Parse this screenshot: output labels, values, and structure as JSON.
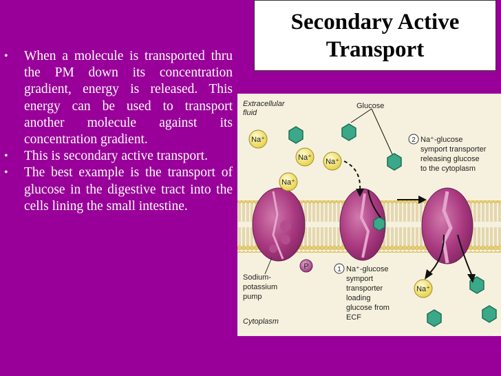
{
  "slide": {
    "title_line1": "Secondary Active",
    "title_line2": "Transport",
    "bullets": [
      "When a molecule is transported thru the PM down its concentration gradient, energy is released.   This energy can be used to transport another molecule against its concentration gradient.",
      "This is secondary active transport.",
      "The best example is the transport of glucose in the digestive tract into the cells lining the small intestine."
    ],
    "bullet_symbol": "•"
  },
  "figure": {
    "extracellular_line1": "Extracellular",
    "extracellular_line2": "fluid",
    "glucose_label": "Glucose",
    "step2_number": "2",
    "step2_line1": "Na⁺-glucose",
    "step2_line2": "symport transporter",
    "step2_line3": "releasing glucose",
    "step2_line4": "to the cytoplasm",
    "step1_number": "1",
    "step1_line1": "Na⁺-glucose",
    "step1_line2": "symport",
    "step1_line3": "transporter",
    "step1_line4": "loading",
    "step1_line5": "glucose from",
    "step1_line6": "ECF",
    "pump_line1": "Sodium-",
    "pump_line2": "potassium",
    "pump_line3": "pump",
    "cytoplasm_label": "Cytoplasm",
    "na_label": "Na⁺",
    "phosphate_label": "P",
    "colors": {
      "background": "#990099",
      "membrane_head": "#e8d070",
      "protein": "#a8387f",
      "glucose": "#3aa889",
      "sodium": "#f1e57a"
    }
  }
}
